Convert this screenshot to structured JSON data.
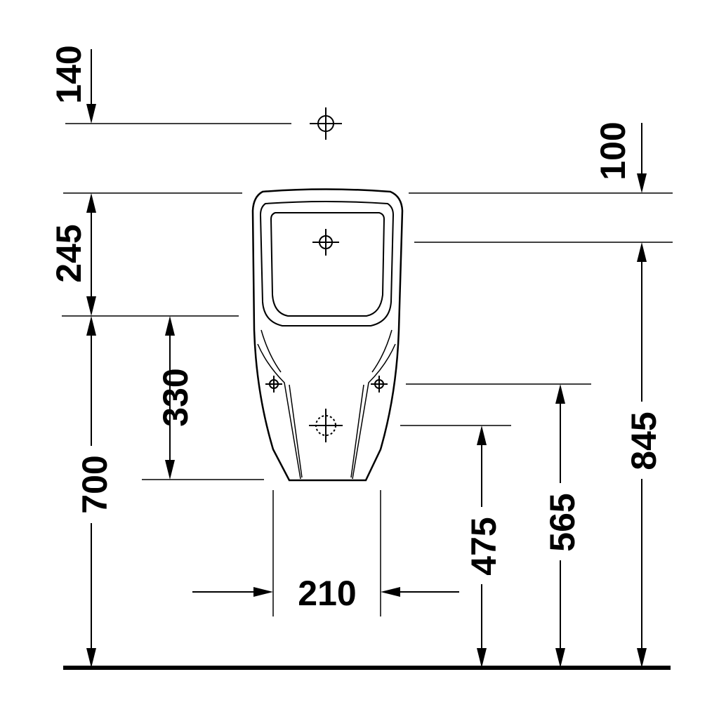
{
  "dimensions": {
    "d140": "140",
    "d100": "100",
    "d245": "245",
    "d330": "330",
    "d700": "700",
    "d210": "210",
    "d475": "475",
    "d565": "565",
    "d845": "845"
  }
}
